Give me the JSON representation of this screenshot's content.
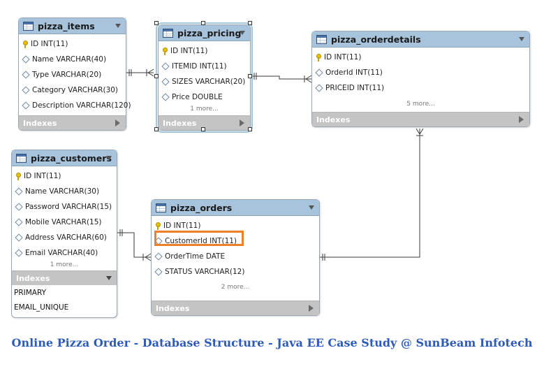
{
  "tables": {
    "pizza_items": {
      "title": "pizza_items",
      "columns": [
        {
          "text": "ID INT(11)",
          "pk": true
        },
        {
          "text": "Name VARCHAR(40)",
          "pk": false
        },
        {
          "text": "Type VARCHAR(20)",
          "pk": false
        },
        {
          "text": "Category VARCHAR(30)",
          "pk": false
        },
        {
          "text": "Description VARCHAR(120)",
          "pk": false
        }
      ],
      "more": "",
      "indexes_label": "Indexes"
    },
    "pizza_pricing": {
      "title": "pizza_pricing",
      "columns": [
        {
          "text": "ID INT(11)",
          "pk": true
        },
        {
          "text": "ITEMID INT(11)",
          "pk": false
        },
        {
          "text": "SIZES VARCHAR(20)",
          "pk": false
        },
        {
          "text": "Price DOUBLE",
          "pk": false
        }
      ],
      "more": "1 more...",
      "indexes_label": "Indexes"
    },
    "pizza_orderdetails": {
      "title": "pizza_orderdetails",
      "columns": [
        {
          "text": "ID INT(11)",
          "pk": true
        },
        {
          "text": "OrderId INT(11)",
          "pk": false
        },
        {
          "text": "PRICEID INT(11)",
          "pk": false
        }
      ],
      "more": "5 more...",
      "indexes_label": "Indexes"
    },
    "pizza_customers": {
      "title": "pizza_customers",
      "columns": [
        {
          "text": "ID INT(11)",
          "pk": true
        },
        {
          "text": "Name VARCHAR(30)",
          "pk": false
        },
        {
          "text": "Password VARCHAR(15)",
          "pk": false
        },
        {
          "text": "Mobile VARCHAR(15)",
          "pk": false
        },
        {
          "text": "Address VARCHAR(60)",
          "pk": false
        },
        {
          "text": "Email VARCHAR(40)",
          "pk": false
        }
      ],
      "more": "1 more...",
      "indexes_label": "Indexes",
      "index_names": [
        "PRIMARY",
        "EMAIL_UNIQUE"
      ]
    },
    "pizza_orders": {
      "title": "pizza_orders",
      "columns": [
        {
          "text": "ID INT(11)",
          "pk": true
        },
        {
          "text": "CustomerId INT(11)",
          "pk": false
        },
        {
          "text": "OrderTime DATE",
          "pk": false
        },
        {
          "text": "STATUS VARCHAR(12)",
          "pk": false
        }
      ],
      "more": "2 more...",
      "indexes_label": "Indexes"
    }
  },
  "relationships": [
    {
      "from": "pizza_items",
      "to": "pizza_pricing",
      "type": "one-to-many"
    },
    {
      "from": "pizza_pricing",
      "to": "pizza_orderdetails",
      "type": "one-to-many"
    },
    {
      "from": "pizza_orders",
      "to": "pizza_orderdetails",
      "type": "one-to-many"
    },
    {
      "from": "pizza_customers",
      "to": "pizza_orders",
      "type": "one-to-many"
    }
  ],
  "highlight_color": "#f07f2a",
  "caption": "Online Pizza Order - Database Structure - Java EE Case Study @ SunBeam Infotech"
}
